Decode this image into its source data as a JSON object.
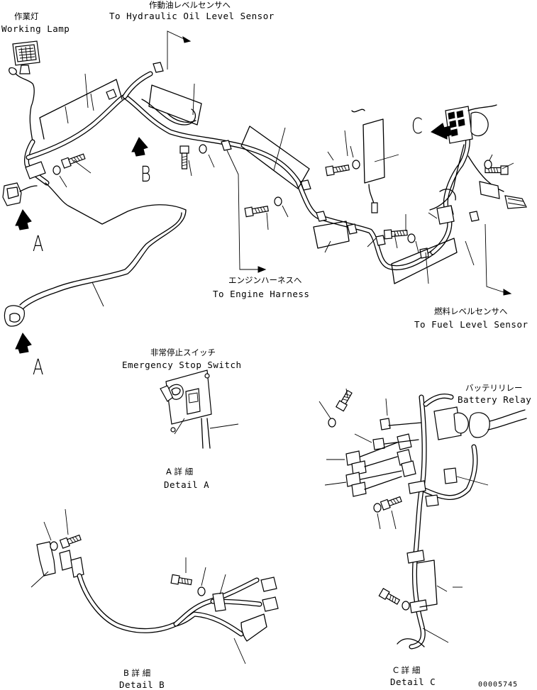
{
  "labels": {
    "working_lamp_jp": "作業灯",
    "working_lamp_en": "Working Lamp",
    "hyd_sensor_jp": "作動油レベルセンサへ",
    "hyd_sensor_en": "To Hydraulic Oil Level Sensor",
    "engine_harness_jp": "エンジンハーネスへ",
    "engine_harness_en": "To Engine Harness",
    "fuel_sensor_jp": "燃料レベルセンサへ",
    "fuel_sensor_en": "To Fuel Level Sensor",
    "estop_jp": "非常停止スイッチ",
    "estop_en": "Emergency Stop Switch",
    "battery_relay_jp": "バッテリリレー",
    "battery_relay_en": "Battery Relay"
  },
  "views": {
    "a_upper": "A",
    "a_lower": "A",
    "b": "B",
    "c": "C"
  },
  "details": {
    "a_jp": "A 詳 細",
    "a_en": "Detail A",
    "b_jp": "B 詳 細",
    "b_en": "Detail B",
    "c_jp": "C 詳 細",
    "c_en": "Detail C"
  },
  "drawing_code": "00005745"
}
